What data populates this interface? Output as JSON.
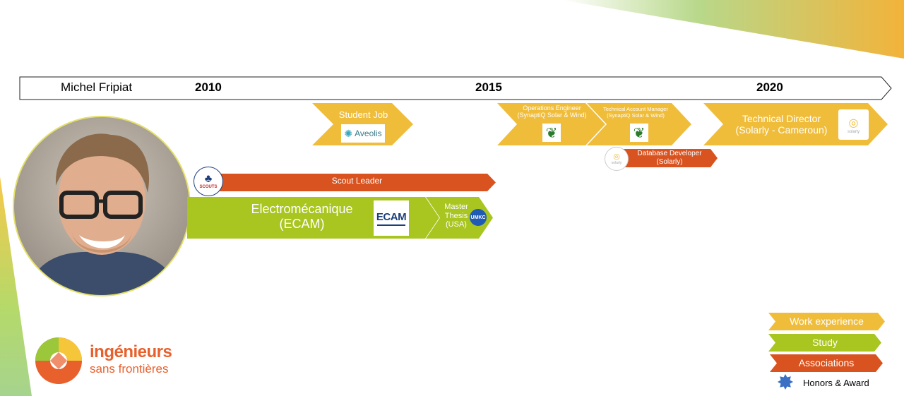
{
  "colors": {
    "work": "#f0bd3b",
    "study": "#a9c520",
    "association": "#d8531f",
    "honors": "#3a6fc4"
  },
  "timeline": {
    "name": "Michel Fripiat",
    "years": [
      "2010",
      "2015",
      "2020"
    ]
  },
  "work": [
    {
      "label": "Student  Job",
      "logo": "Aveolis"
    },
    {
      "label": "Operations Engineer (SynaptiQ Solar & Wind)",
      "logo": "3E"
    },
    {
      "label": "Technical  Account Manager (SynaptiQ Solar & Wind)",
      "logo": "3E"
    },
    {
      "label": "Technical Director (Solarly - Cameroun)",
      "logo": "solarly"
    }
  ],
  "associations": [
    {
      "label": "Database Developer (Solarly)",
      "logo": "solarly"
    },
    {
      "label": "Scout Leader",
      "logo": "SCOUTS"
    }
  ],
  "study": [
    {
      "label": "Electromécanique (ECAM)",
      "logo": "ECAM"
    },
    {
      "label": "Master Thesis (USA)",
      "logo": "UMKC"
    }
  ],
  "legend": {
    "work": "Work experience",
    "study": "Study",
    "associations": "Associations",
    "honors": "Honors & Award"
  },
  "brand": {
    "line1": "ingénieurs",
    "line2": "sans frontières"
  }
}
